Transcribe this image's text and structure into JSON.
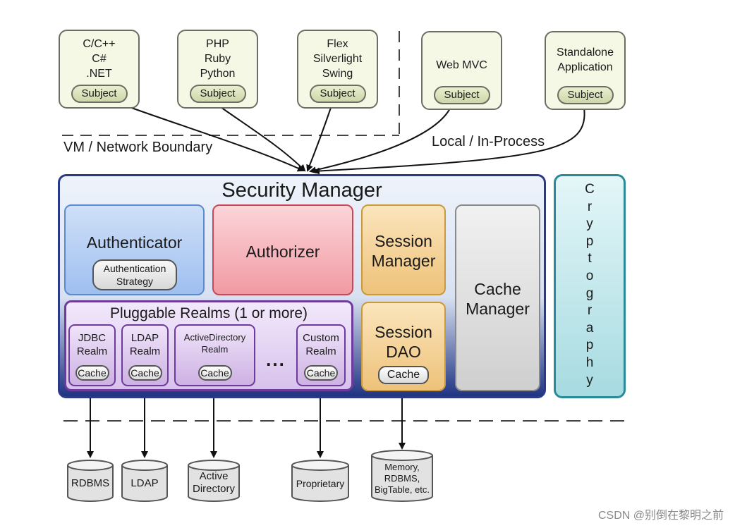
{
  "clients": [
    {
      "lines": [
        "C/C++",
        "C#",
        ".NET"
      ],
      "subject": "Subject"
    },
    {
      "lines": [
        "PHP",
        "Ruby",
        "Python"
      ],
      "subject": "Subject"
    },
    {
      "lines": [
        "Flex",
        "Silverlight",
        "Swing"
      ],
      "subject": "Subject"
    },
    {
      "lines": [
        "Web MVC"
      ],
      "subject": "Subject"
    },
    {
      "lines": [
        "Standalone",
        "Application"
      ],
      "subject": "Subject"
    }
  ],
  "boundaries": {
    "vm_network": "VM / Network Boundary",
    "local_process": "Local / In-Process"
  },
  "security_manager": {
    "title": "Security Manager",
    "authenticator": {
      "title": "Authenticator",
      "strategy": [
        "Authentication",
        "Strategy"
      ]
    },
    "authorizer": {
      "title": "Authorizer"
    },
    "session_manager": {
      "lines": [
        "Session",
        "Manager"
      ]
    },
    "session_dao": {
      "lines": [
        "Session",
        "DAO"
      ],
      "cache": "Cache"
    },
    "cache_manager": {
      "lines": [
        "Cache",
        "Manager"
      ]
    },
    "realms": {
      "title": "Pluggable Realms (1 or more)",
      "ellipsis": "...",
      "items": [
        {
          "lines": [
            "JDBC",
            "Realm"
          ],
          "cache": "Cache"
        },
        {
          "lines": [
            "LDAP",
            "Realm"
          ],
          "cache": "Cache"
        },
        {
          "lines": [
            "ActiveDirectory",
            "Realm"
          ],
          "cache": "Cache"
        },
        {
          "lines": [
            "Custom",
            "Realm"
          ],
          "cache": "Cache"
        }
      ]
    }
  },
  "cryptography": {
    "letters": [
      "C",
      "r",
      "y",
      "p",
      "t",
      "o",
      "g",
      "r",
      "a",
      "p",
      "h",
      "y"
    ]
  },
  "datastores": [
    {
      "lines": [
        "RDBMS"
      ]
    },
    {
      "lines": [
        "LDAP"
      ]
    },
    {
      "lines": [
        "Active",
        "Directory"
      ]
    },
    {
      "lines": [
        "Proprietary"
      ]
    },
    {
      "lines": [
        "Memory,",
        "RDBMS,",
        "BigTable, etc."
      ]
    }
  ],
  "watermark": "CSDN @别倒在黎明之前"
}
